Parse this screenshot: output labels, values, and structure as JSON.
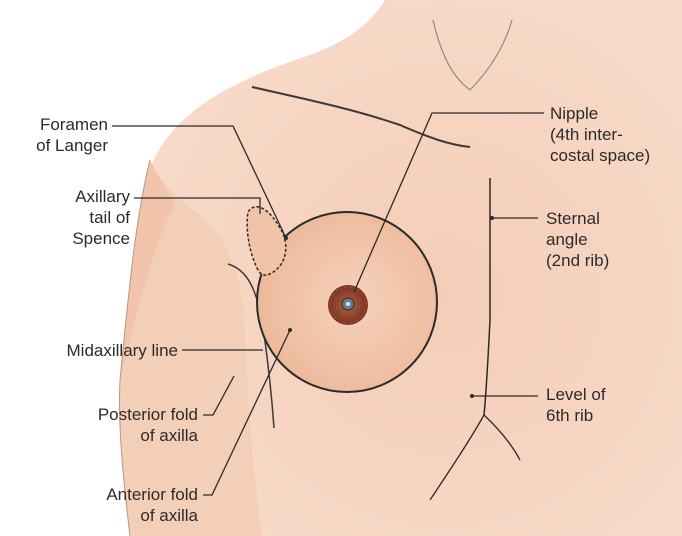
{
  "labels": {
    "foramen_of_langer": {
      "line1": "Foramen",
      "line2": "of Langer"
    },
    "axillary_tail": {
      "line1": "Axillary",
      "line2": "tail of",
      "line3": "Spence"
    },
    "midaxillary_line": {
      "line1": "Midaxillary line"
    },
    "posterior_fold": {
      "line1": "Posterior fold",
      "line2": "of axilla"
    },
    "anterior_fold": {
      "line1": "Anterior fold",
      "line2": "of axilla"
    },
    "nipple": {
      "line1": "Nipple",
      "line2": "(4th inter-",
      "line3": "costal space)"
    },
    "sternal_angle": {
      "line1": "Sternal",
      "line2": "angle",
      "line3": "(2nd rib)"
    },
    "level_6th_rib": {
      "line1": "Level of",
      "line2": "6th rib"
    }
  },
  "colors": {
    "skin": "#f6d6c2",
    "skin_shade": "#eebba0",
    "breast": "#f1c3a8",
    "areola": "#8a3f28",
    "nipple": "#5f6f7e",
    "outline": "#2a2a2a"
  }
}
